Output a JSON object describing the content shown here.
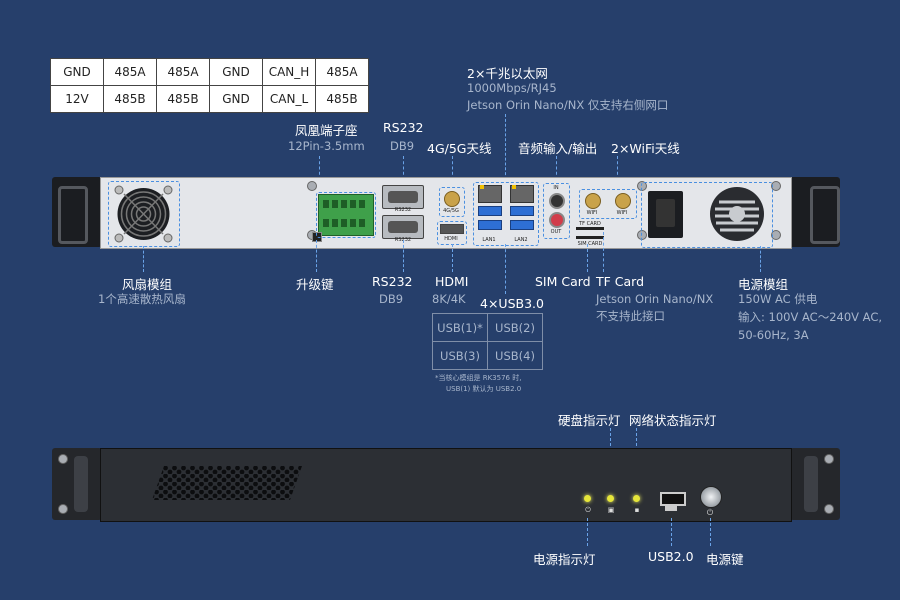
{
  "pin_table": {
    "row1": [
      "GND",
      "485A",
      "485A",
      "GND",
      "CAN_H",
      "485A"
    ],
    "row2": [
      "12V",
      "485B",
      "485B",
      "GND",
      "CAN_L",
      "485B"
    ]
  },
  "ethernet": {
    "title": "2×千兆以太网",
    "line1": "1000Mbps/RJ45",
    "line2": "Jetson Orin Nano/NX 仅支持右侧网口"
  },
  "phoenix": {
    "title": "凤凰端子座",
    "sub": "12Pin-3.5mm"
  },
  "rs232_top": {
    "title": "RS232",
    "sub": "DB9"
  },
  "antenna_4g": {
    "title": "4G/5G天线"
  },
  "audio": {
    "title": "音频输入/输出"
  },
  "wifi": {
    "title": "2×WiFi天线"
  },
  "fan": {
    "title": "风扇模组",
    "sub": "1个高速散热风扇"
  },
  "upgrade": {
    "title": "升级键"
  },
  "rs232_bottom": {
    "title": "RS232",
    "sub": "DB9"
  },
  "hdmi": {
    "title": "HDMI",
    "sub": "8K/4K"
  },
  "usb3": {
    "title": "4×USB3.0",
    "cells": [
      "USB(1)*",
      "USB(2)",
      "USB(3)",
      "USB(4)"
    ],
    "note1": "*当核心模组是 RK3576 时,",
    "note2": "USB(1) 默认为 USB2.0"
  },
  "sim": {
    "title": "SIM Card"
  },
  "tf": {
    "title": "TF Card",
    "sub1": "Jetson Orin Nano/NX",
    "sub2": "不支持此接口"
  },
  "power_module": {
    "title": "电源模组",
    "sub1": "150W AC 供电",
    "sub2": "输入: 100V AC～240V AC,",
    "sub3": "50-60Hz, 3A"
  },
  "disk_led": {
    "title": "硬盘指示灯"
  },
  "net_led": {
    "title": "网络状态指示灯"
  },
  "power_led": {
    "title": "电源指示灯"
  },
  "usb2": {
    "title": "USB2.0"
  },
  "power_key": {
    "title": "电源键"
  },
  "panel_text": {
    "rs232": "RS232",
    "antenna_4g": "4G/5G",
    "hdmi": "HDMI",
    "lan1": "LAN1",
    "lan2": "LAN2",
    "audio_in": "IN",
    "audio_out": "OUT",
    "wifi": "WIFI",
    "tf": "TF CARD",
    "sim": "SIM CARD"
  },
  "colors": {
    "background": "#263f6b",
    "accent_dashed": "#4a8fe0",
    "led": "#e6e63a",
    "terminal": "#3fa04a"
  }
}
